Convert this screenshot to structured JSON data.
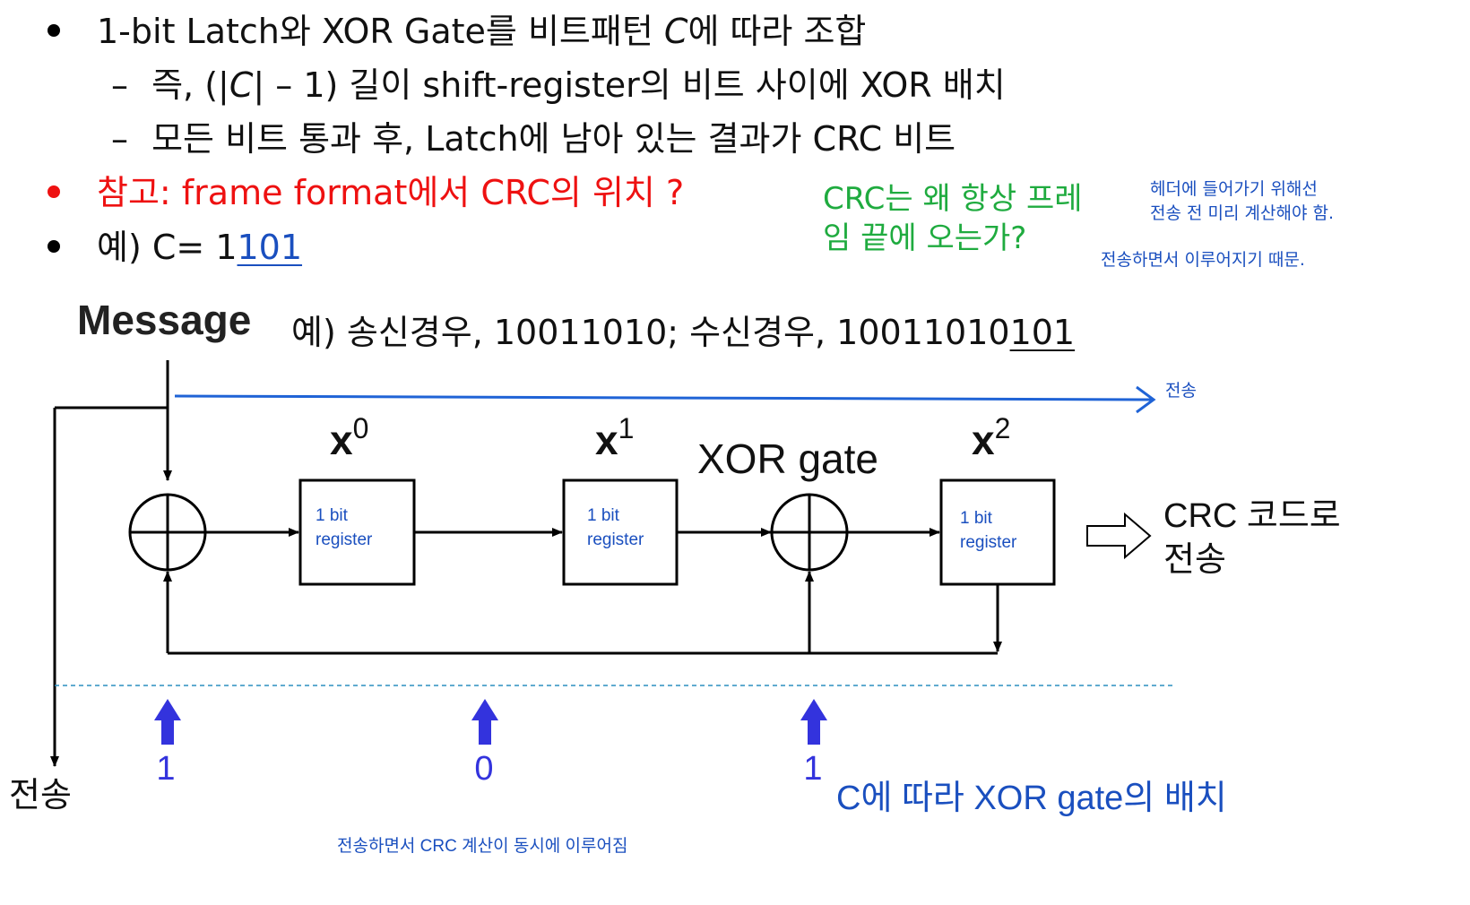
{
  "bullets": [
    {
      "pre": "1-bit Latch와 XOR Gate를 비트패턴 ",
      "var": "C",
      "post": "에 따라 조합"
    }
  ],
  "sub_bullets": [
    {
      "pre": "즉, (|",
      "var": "C",
      "post": "| – 1) 길이 shift-register의 비트 사이에 XOR 배치"
    },
    {
      "text": "모든 비트 통과 후, Latch에 남아 있는 결과가 CRC 비트"
    }
  ],
  "sub_bullet_dash": "–",
  "note_bullet": "참고: frame format에서 CRC의 위치 ?",
  "example_bullet": {
    "pre": "예) C= 1",
    "underlined": "101"
  },
  "question": {
    "line1": "CRC는 왜 항상 프레",
    "line2": "임 끝에 오는가?"
  },
  "answer_note": {
    "line1": "헤더에 들어가기 위해선",
    "line2": "전송 전 미리 계산해야 함."
  },
  "answer_note2": "전송하면서 이루어지기 때문.",
  "message": {
    "label": "Message",
    "example_pre": "예) 송신경우, 10011010;  수신경우, 10011010",
    "example_underlined": "101"
  },
  "transmit_top": "전송",
  "transmit_left": "전송",
  "registers": [
    {
      "power_base": "x",
      "power_exp": "0",
      "label1": "1 bit",
      "label2": "register"
    },
    {
      "power_base": "x",
      "power_exp": "1",
      "label1": "1 bit",
      "label2": "register"
    },
    {
      "power_base": "x",
      "power_exp": "2",
      "label1": "1 bit",
      "label2": "register"
    }
  ],
  "xor_label": "XOR gate",
  "crc_output": {
    "line1": "CRC 코드로",
    "line2": "전송"
  },
  "coefficients": [
    "1",
    "0",
    "1"
  ],
  "xor_caption": "C에 따라 XOR gate의 배치",
  "bottom_note": "전송하면서 CRC 계산이 동시에 이루어짐",
  "colors": {
    "text": "#111111",
    "red": "#ee1111",
    "green": "#1fab3f",
    "blue": "#1a4fbf",
    "arrow_blue": "#3333dd",
    "line_blue": "#1f63d6",
    "dashed": "#2b8fbf"
  }
}
